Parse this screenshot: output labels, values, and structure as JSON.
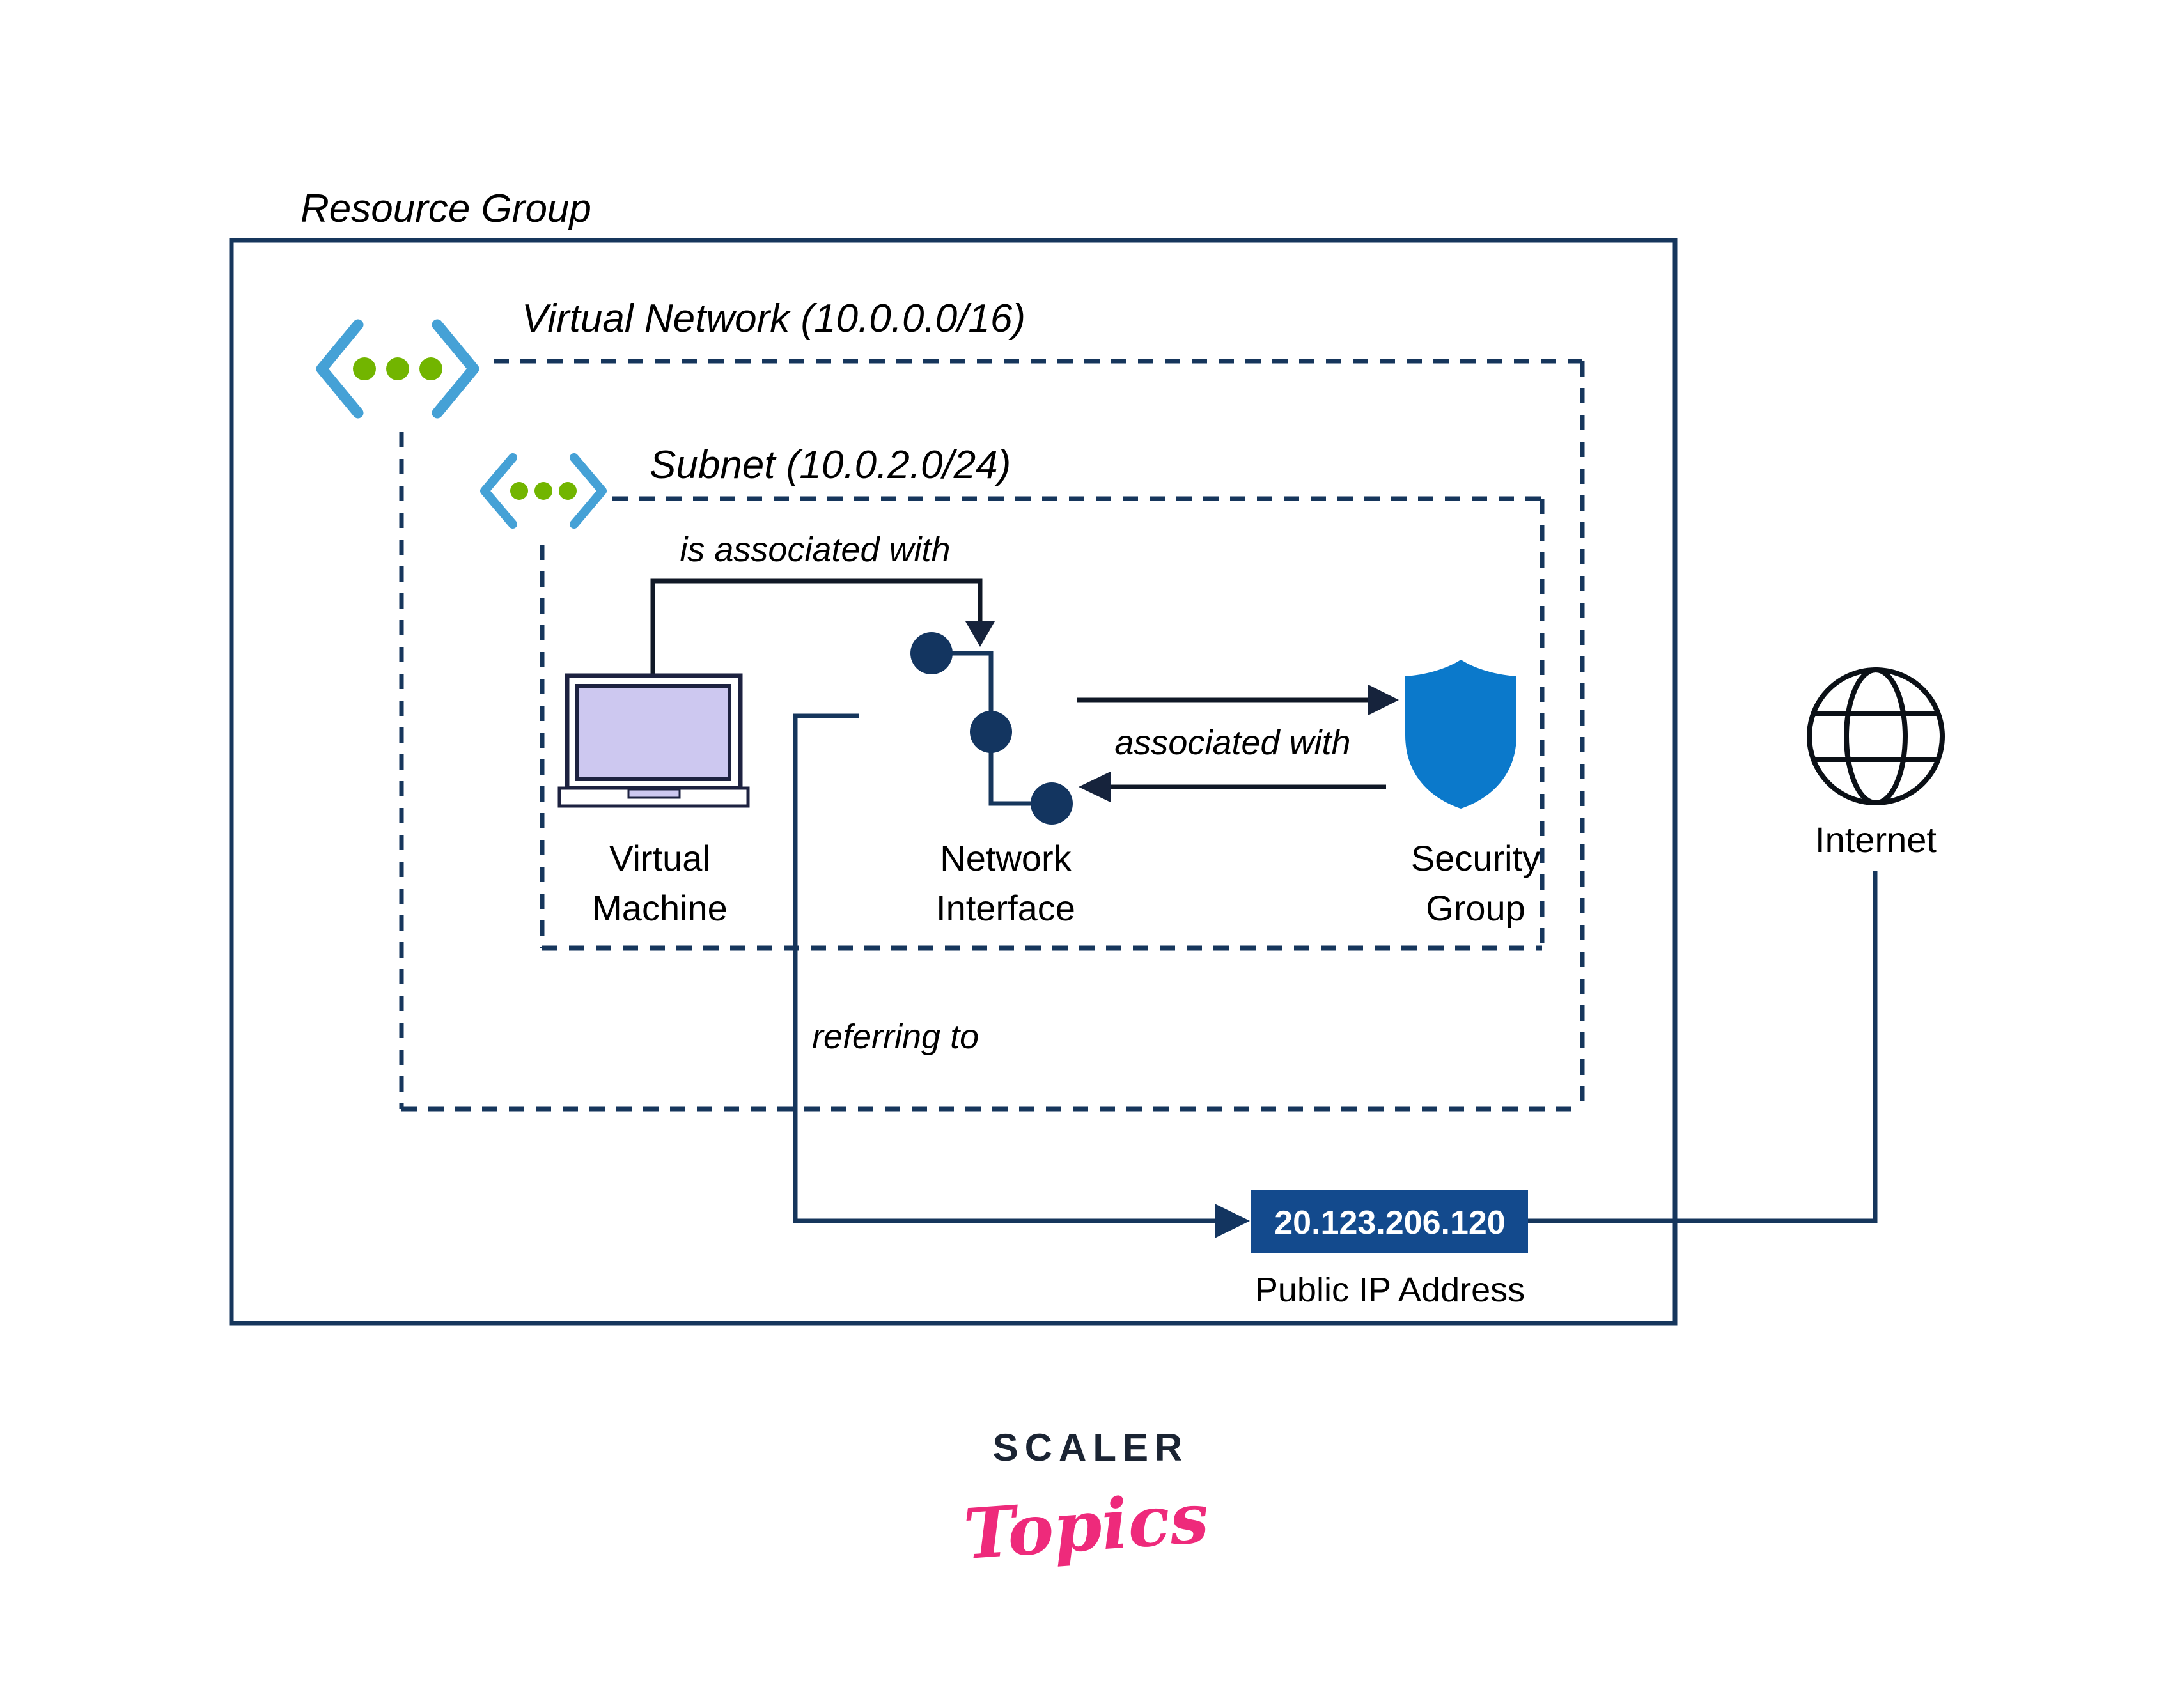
{
  "diagram": {
    "resource_group": {
      "label": "Resource Group"
    },
    "virtual_network": {
      "label": "Virtual Network (10.0.0.0/16)"
    },
    "subnet": {
      "label": "Subnet (10.0.2.0/24)"
    },
    "virtual_machine": {
      "label_line1": "Virtual",
      "label_line2": "Machine"
    },
    "network_interface": {
      "label_line1": "Network",
      "label_line2": "Interface"
    },
    "security_group": {
      "label_line1": "Security",
      "label_line2": "Group"
    },
    "internet": {
      "label": "Internet"
    },
    "public_ip": {
      "value": "20.123.206.120",
      "label": "Public IP Address"
    },
    "relations": {
      "vm_to_nic": "is associated with",
      "nic_to_sg": "associated with",
      "nic_to_public_ip": "referring to"
    },
    "colors": {
      "outline_navy": "#16365c",
      "icon_bracket_blue": "#45a1d6",
      "icon_dot_green": "#72b500",
      "nic_dot_navy": "#133560",
      "shield_blue": "#0b79cb",
      "vm_screen_lavender": "#cdc8f0",
      "ip_box_blue": "#134a8d",
      "arrow_black": "#101826"
    }
  },
  "footer": {
    "brand": "SCALER",
    "sub_brand": "Topics",
    "brand_color": "#1b2433",
    "sub_brand_color": "#ee2a7b"
  }
}
